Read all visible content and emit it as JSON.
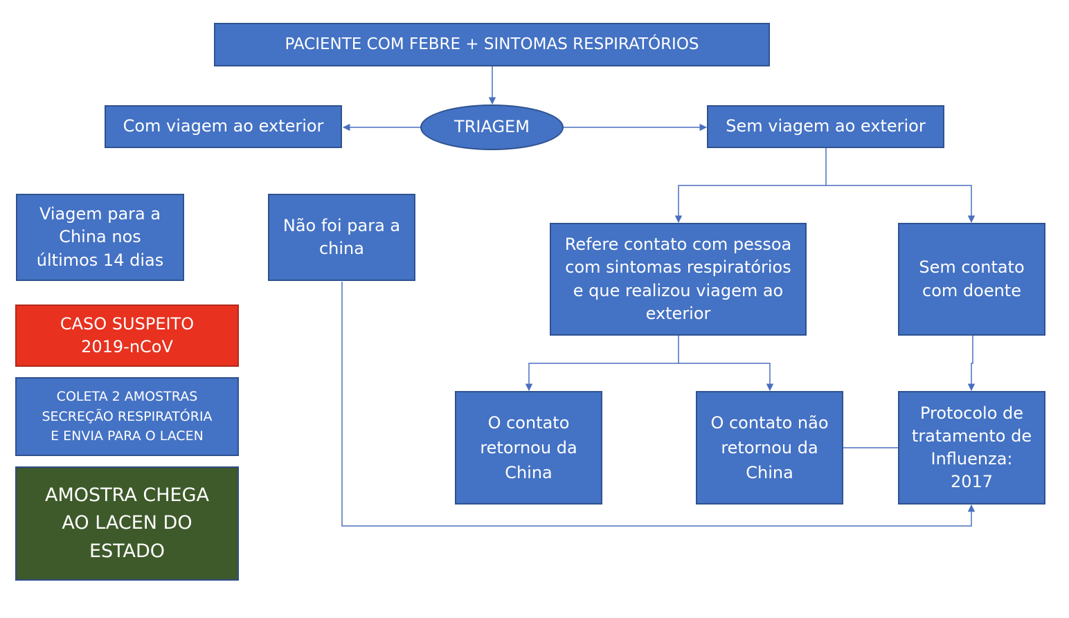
{
  "colors": {
    "node_fill": "#4472c4",
    "node_border": "#2f528f",
    "suspect_fill": "#e8311f",
    "arrival_fill": "#3e5a2a",
    "edge": "#4a6fbf",
    "text": "#ffffff"
  },
  "nodes": {
    "patient": "PACIENTE COM FEBRE + SINTOMAS RESPIRATÓRIOS",
    "triage": "TRIAGEM",
    "with_travel": "Com viagem ao exterior",
    "without_travel": "Sem viagem ao exterior",
    "travel_china": "Viagem para a\nChina nos\núltimos 14 dias",
    "not_china": "Não foi para a\nchina",
    "contact_reported": "Refere contato com pessoa\ncom sintomas respiratórios\ne que realizou viagem ao\nexterior",
    "no_contact": "Sem contato\ncom doente",
    "suspect_case": "CASO SUSPEITO\n2019-nCoV",
    "collect_samples": "COLETA 2 AMOSTRAS\nSECREÇÃO RESPIRATÓRIA\nE ENVIA PARA O LACEN",
    "sample_arrives": "AMOSTRA CHEGA\nAO LACEN DO\nESTADO",
    "contact_returned": "O contato\nretornou da\nChina",
    "contact_not_returned": "O contato não\nretornou da\nChina",
    "influenza_protocol": "Protocolo de\ntratamento de\nInfluenza:\n2017"
  }
}
